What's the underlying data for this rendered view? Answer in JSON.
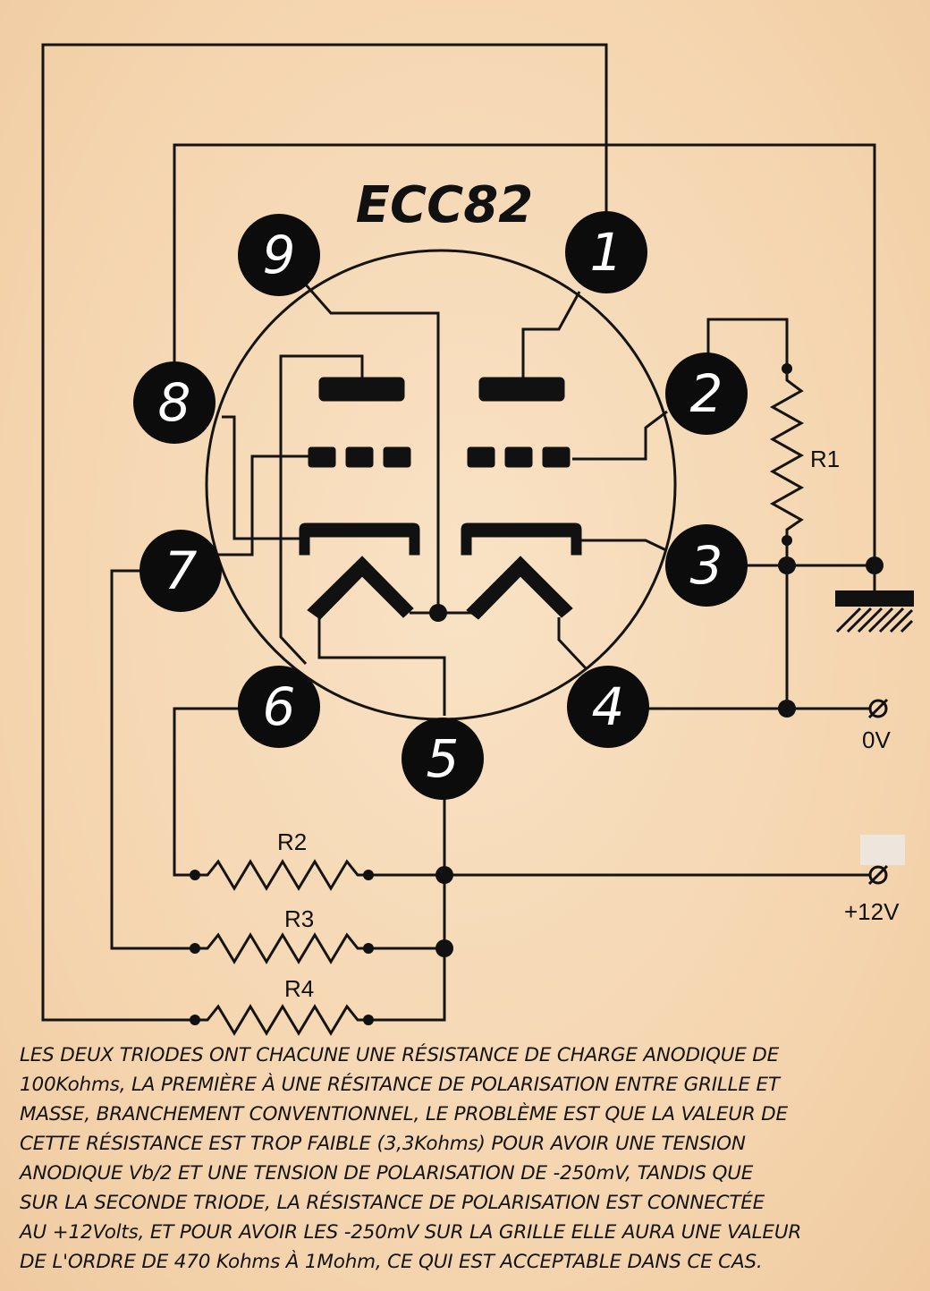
{
  "diagram": {
    "title": "ECC82",
    "pins": [
      "1",
      "2",
      "3",
      "4",
      "5",
      "6",
      "7",
      "8",
      "9"
    ],
    "resistors": {
      "r1": "R1",
      "r2": "R2",
      "r3": "R3",
      "r4": "R4"
    },
    "terminals": {
      "zero_v": "0V",
      "plus_12v": "+12V"
    }
  },
  "note": {
    "lines": [
      "LES DEUX TRIODES ONT CHACUNE UNE RÉSISTANCE DE CHARGE ANODIQUE DE",
      "100Kohms, LA PREMIÈRE À UNE RÉSITANCE DE POLARISATION ENTRE GRILLE ET",
      "MASSE, BRANCHEMENT CONVENTIONNEL, LE PROBLÈME EST QUE LA VALEUR DE",
      "CETTE RÉSISTANCE EST TROP FAIBLE  (3,3Kohms)  POUR AVOIR UNE TENSION",
      "ANODIQUE Vb/2 ET UNE TENSION DE POLARISATION DE -250mV, TANDIS QUE",
      "SUR LA SECONDE TRIODE, LA RÉSISTANCE DE POLARISATION EST CONNECTÉE",
      "AU +12Volts, ET POUR AVOIR LES -250mV SUR LA GRILLE ELLE AURA UNE VALEUR",
      "DE L'ORDRE DE 470 Kohms  À  1Mohm, CE QUI EST ACCEPTABLE DANS CE CAS."
    ]
  }
}
